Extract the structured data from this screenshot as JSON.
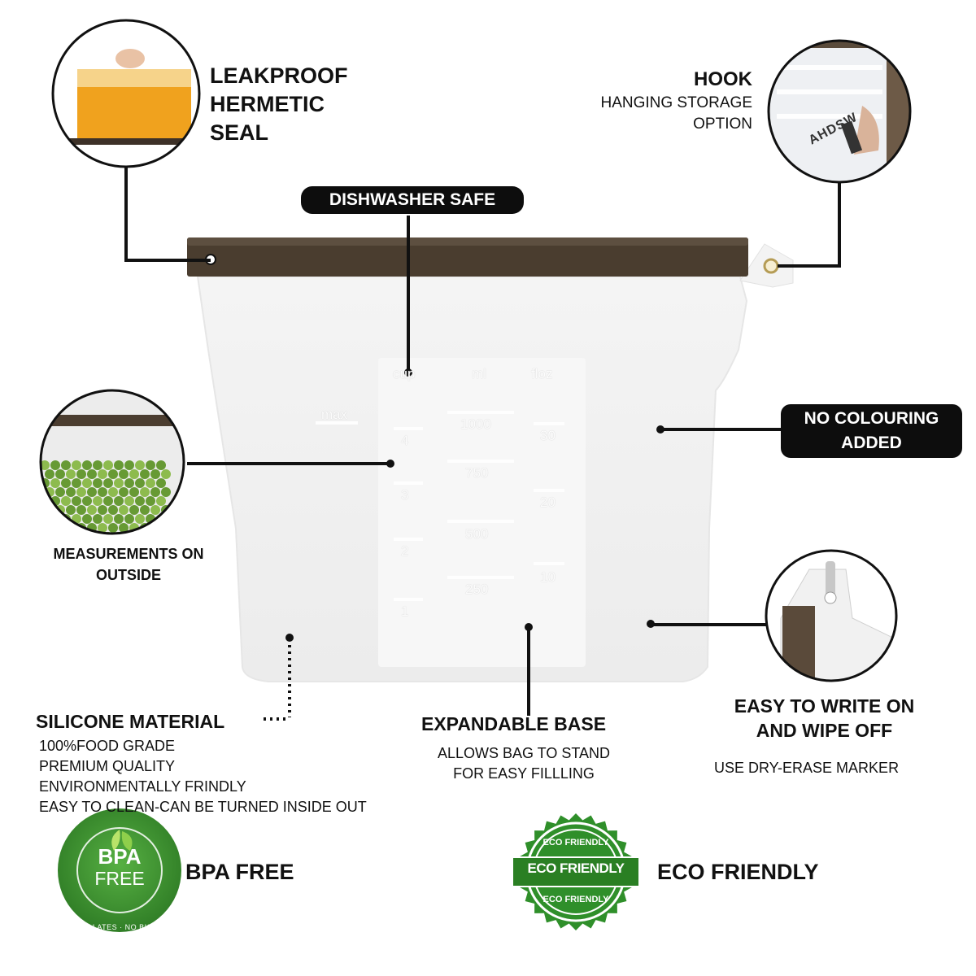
{
  "seal": {
    "lines": [
      "LEAKPROOF",
      "HERMETIC",
      "SEAL"
    ]
  },
  "hook": {
    "title": "HOOK",
    "sub1": "HANGING STORAGE",
    "sub2": "OPTION"
  },
  "dishwasher": {
    "label": "DISHWASHER SAFE"
  },
  "no_colouring": {
    "line1": "NO COLOURING",
    "line2": "ADDED"
  },
  "measurements": {
    "line1": "MEASUREMENTS ON",
    "line2": "OUTSIDE"
  },
  "bag_scale": {
    "col1": "cup",
    "col2": "ml",
    "col3": "floz",
    "max": "max",
    "cups": [
      "4",
      "3",
      "2",
      "1"
    ],
    "ml": [
      "1000",
      "750",
      "500",
      "250"
    ],
    "floz": [
      "30",
      "20",
      "10"
    ]
  },
  "pen_label": "AHDSW",
  "write": {
    "line1": "EASY TO WRITE ON",
    "line2": "AND WIPE OFF",
    "sub": "USE DRY-ERASE MARKER"
  },
  "silicone": {
    "title": "SILICONE MATERIAL",
    "items": [
      "100%FOOD GRADE",
      "PREMIUM QUALITY",
      "ENVIRONMENTALLY FRINDLY",
      "EASY TO CLEAN-CAN BE TURNED INSIDE OUT"
    ]
  },
  "base": {
    "title": "EXPANDABLE BASE",
    "sub1": "ALLOWS BAG TO STAND",
    "sub2": "FOR EASY FILLLING"
  },
  "bpa": {
    "label": "BPA FREE",
    "badge_top": "BPA",
    "badge_bottom": "FREE",
    "ring": "NO PHTHALATES · NO BISPHENOL-A · NON-TOXIC PLASTIC"
  },
  "eco": {
    "label": "ECO FRIENDLY",
    "badge_center": "ECO FRIENDLY",
    "badge_top": "ECO FRIENDLY",
    "badge_bottom": "ECO FRIENDLY"
  },
  "colors": {
    "badge_green": "#2f8f2a",
    "strip_brown": "#4a3d2f",
    "text": "#111111"
  }
}
